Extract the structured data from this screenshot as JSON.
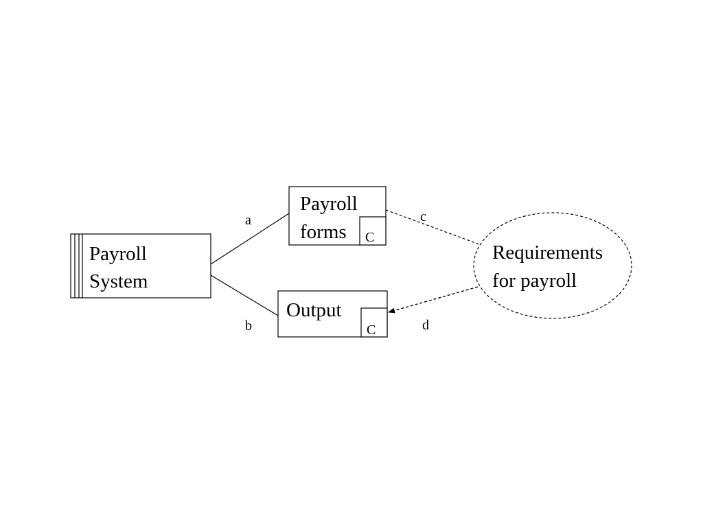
{
  "nodes": {
    "payroll_system": {
      "line1": "Payroll",
      "line2": "System"
    },
    "payroll_forms": {
      "line1": "Payroll",
      "line2": "forms",
      "tag": "C"
    },
    "output": {
      "line1": "Output",
      "tag": "C"
    },
    "requirements": {
      "line1": "Requirements",
      "line2": "for payroll"
    }
  },
  "edges": {
    "a": {
      "label": "a",
      "style": "solid"
    },
    "b": {
      "label": "b",
      "style": "solid"
    },
    "c": {
      "label": "c",
      "style": "dashed"
    },
    "d": {
      "label": "d",
      "style": "dashed-arrow"
    }
  },
  "colors": {
    "stroke": "#000000",
    "background": "#ffffff"
  }
}
